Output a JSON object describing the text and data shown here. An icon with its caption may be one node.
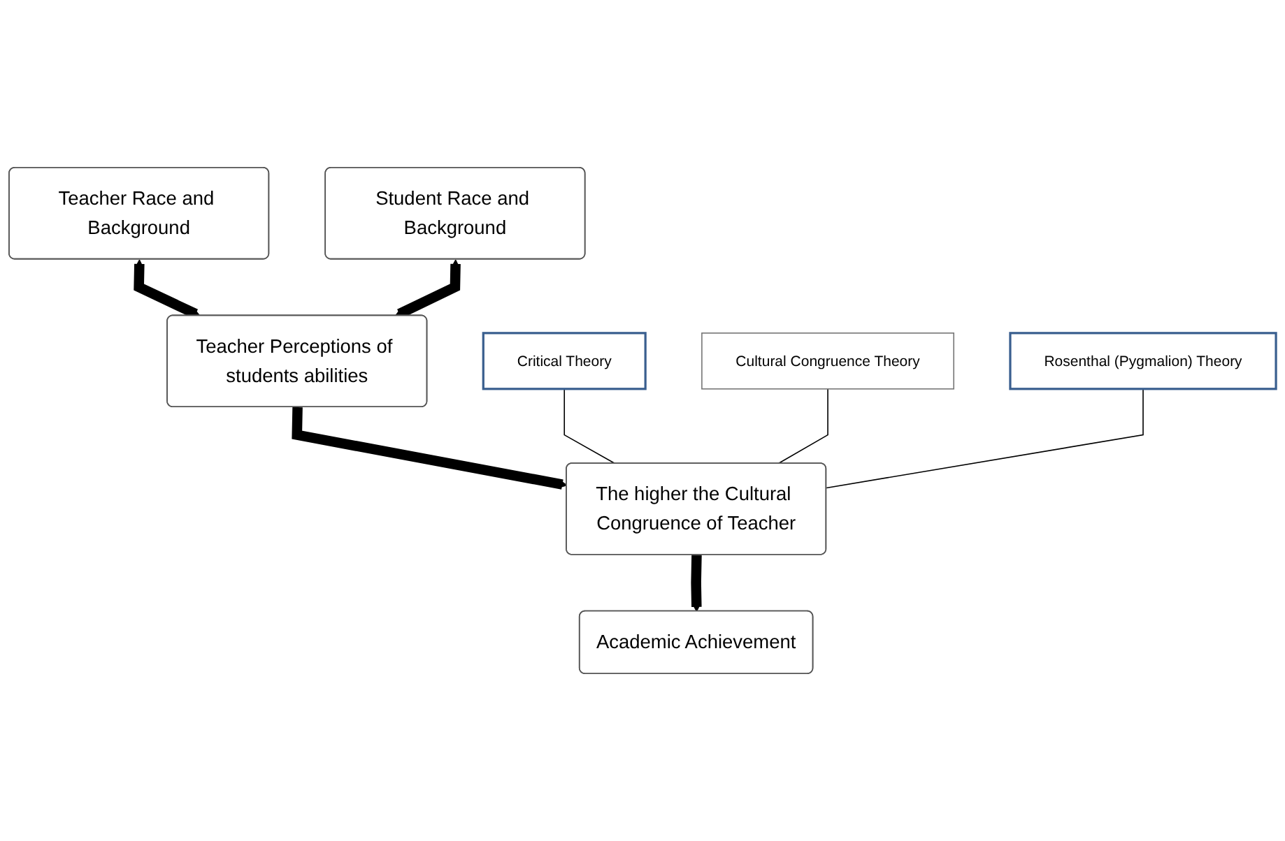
{
  "diagram": {
    "nodes": [
      {
        "text": [
          "Teacher Race and Background"
        ]
      },
      {
        "text": [
          "Student Race and Background"
        ]
      },
      {
        "text": [
          "Teacher Perceptions of students abilities"
        ]
      },
      {
        "text": [
          "Critical Theory"
        ]
      },
      {
        "text": [
          "Cultural Congruence Theory"
        ]
      },
      {
        "text": [
          "Rosenthal (Pygmalion) Theory"
        ]
      },
      {
        "text": [
          "The higher the Cultural Congruence of Teacher"
        ]
      },
      {
        "text": [
          "Academic Achievement"
        ]
      }
    ],
    "edges": [
      {
        "from": 0,
        "to": 2,
        "arrow": "both"
      },
      {
        "from": 1,
        "to": 2,
        "arrow": "both"
      },
      {
        "from": 2,
        "to": 6,
        "arrow": "to"
      },
      {
        "from": 3,
        "to": 6,
        "arrow": "none"
      },
      {
        "from": 4,
        "to": 6,
        "arrow": "none"
      },
      {
        "from": 5,
        "to": 6,
        "arrow": "none"
      },
      {
        "from": 6,
        "to": 7,
        "arrow": "to"
      }
    ]
  }
}
